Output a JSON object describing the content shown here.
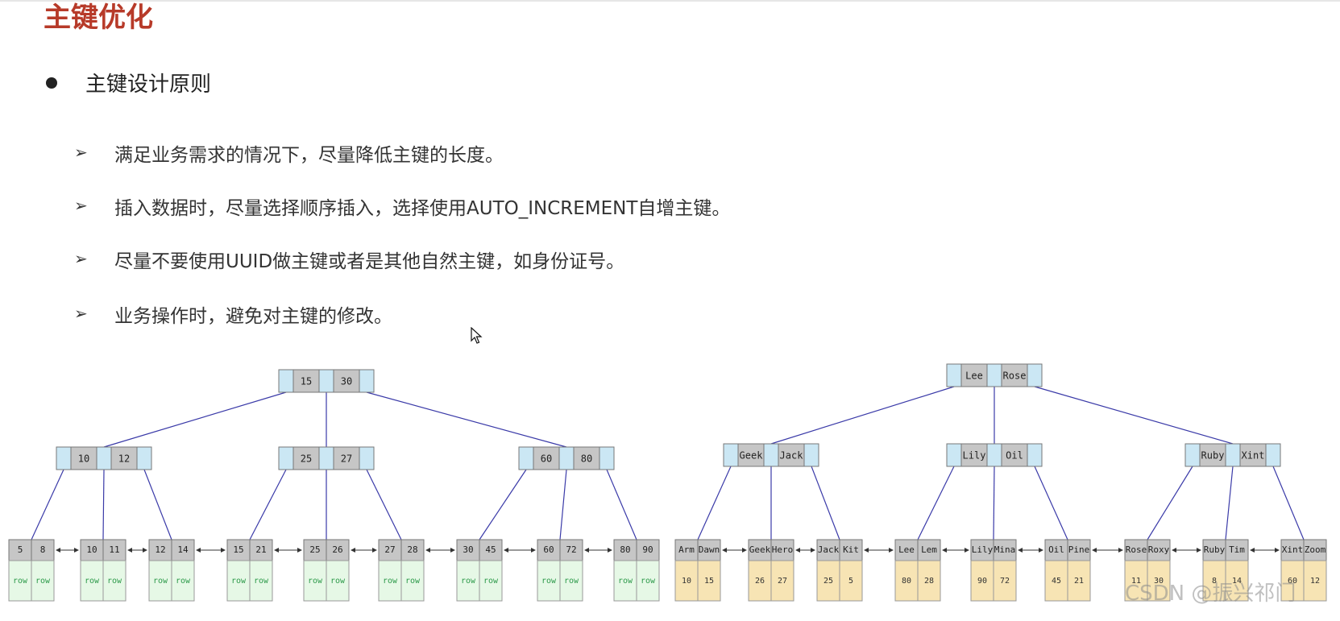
{
  "slide": {
    "title": "主键优化",
    "heading": "主键设计原则",
    "points": [
      "满足业务需求的情况下，尽量降低主键的长度。",
      "插入数据时，尽量选择顺序插入，选择使用AUTO_INCREMENT自增主键。",
      "尽量不要使用UUID做主键或者是其他自然主键，如身份证号。",
      "业务操作时，避免对主键的修改。"
    ],
    "bullet_icon": "arrowhead-bullet",
    "watermark": "CSDN @振兴祁门"
  },
  "colors": {
    "title": "#b73a29",
    "pointer_cell": "#cbe7f4",
    "key_cell": "#c6c6c6",
    "row_cell_green": "#e6f8e6",
    "row_cell_yellow": "#f7e4b4",
    "edge": "#3a3aa8"
  },
  "left_tree": {
    "root": [
      "15",
      "30"
    ],
    "internal": [
      [
        "10",
        "12"
      ],
      [
        "25",
        "27"
      ],
      [
        "60",
        "80"
      ]
    ],
    "leaves": [
      {
        "keys": [
          "5",
          "8"
        ],
        "rows": [
          "row",
          "row"
        ]
      },
      {
        "keys": [
          "10",
          "11"
        ],
        "rows": [
          "row",
          "row"
        ]
      },
      {
        "keys": [
          "12",
          "14"
        ],
        "rows": [
          "row",
          "row"
        ]
      },
      {
        "keys": [
          "15",
          "21"
        ],
        "rows": [
          "row",
          "row"
        ]
      },
      {
        "keys": [
          "25",
          "26"
        ],
        "rows": [
          "row",
          "row"
        ]
      },
      {
        "keys": [
          "27",
          "28"
        ],
        "rows": [
          "row",
          "row"
        ]
      },
      {
        "keys": [
          "30",
          "45"
        ],
        "rows": [
          "row",
          "row"
        ]
      },
      {
        "keys": [
          "60",
          "72"
        ],
        "rows": [
          "row",
          "row"
        ]
      },
      {
        "keys": [
          "80",
          "90"
        ],
        "rows": [
          "row",
          "row"
        ]
      }
    ]
  },
  "right_tree": {
    "root": [
      "Lee",
      "Rose"
    ],
    "internal": [
      [
        "Geek",
        "Jack"
      ],
      [
        "Lily",
        "Oil"
      ],
      [
        "Ruby",
        "Xint"
      ]
    ],
    "leaves": [
      {
        "keys": [
          "Arm",
          "Dawn"
        ],
        "rows": [
          "10",
          "15"
        ]
      },
      {
        "keys": [
          "Geek",
          "Hero"
        ],
        "rows": [
          "26",
          "27"
        ]
      },
      {
        "keys": [
          "Jack",
          "Kit"
        ],
        "rows": [
          "25",
          "5"
        ]
      },
      {
        "keys": [
          "Lee",
          "Lem"
        ],
        "rows": [
          "80",
          "28"
        ]
      },
      {
        "keys": [
          "Lily",
          "Mina"
        ],
        "rows": [
          "90",
          "72"
        ]
      },
      {
        "keys": [
          "Oil",
          "Pine"
        ],
        "rows": [
          "45",
          "21"
        ]
      },
      {
        "keys": [
          "Rose",
          "Roxy"
        ],
        "rows": [
          "11",
          "30"
        ]
      },
      {
        "keys": [
          "Ruby",
          "Tim"
        ],
        "rows": [
          "8",
          "14"
        ]
      },
      {
        "keys": [
          "Xint",
          "Zoom"
        ],
        "rows": [
          "60",
          "12"
        ]
      }
    ]
  }
}
